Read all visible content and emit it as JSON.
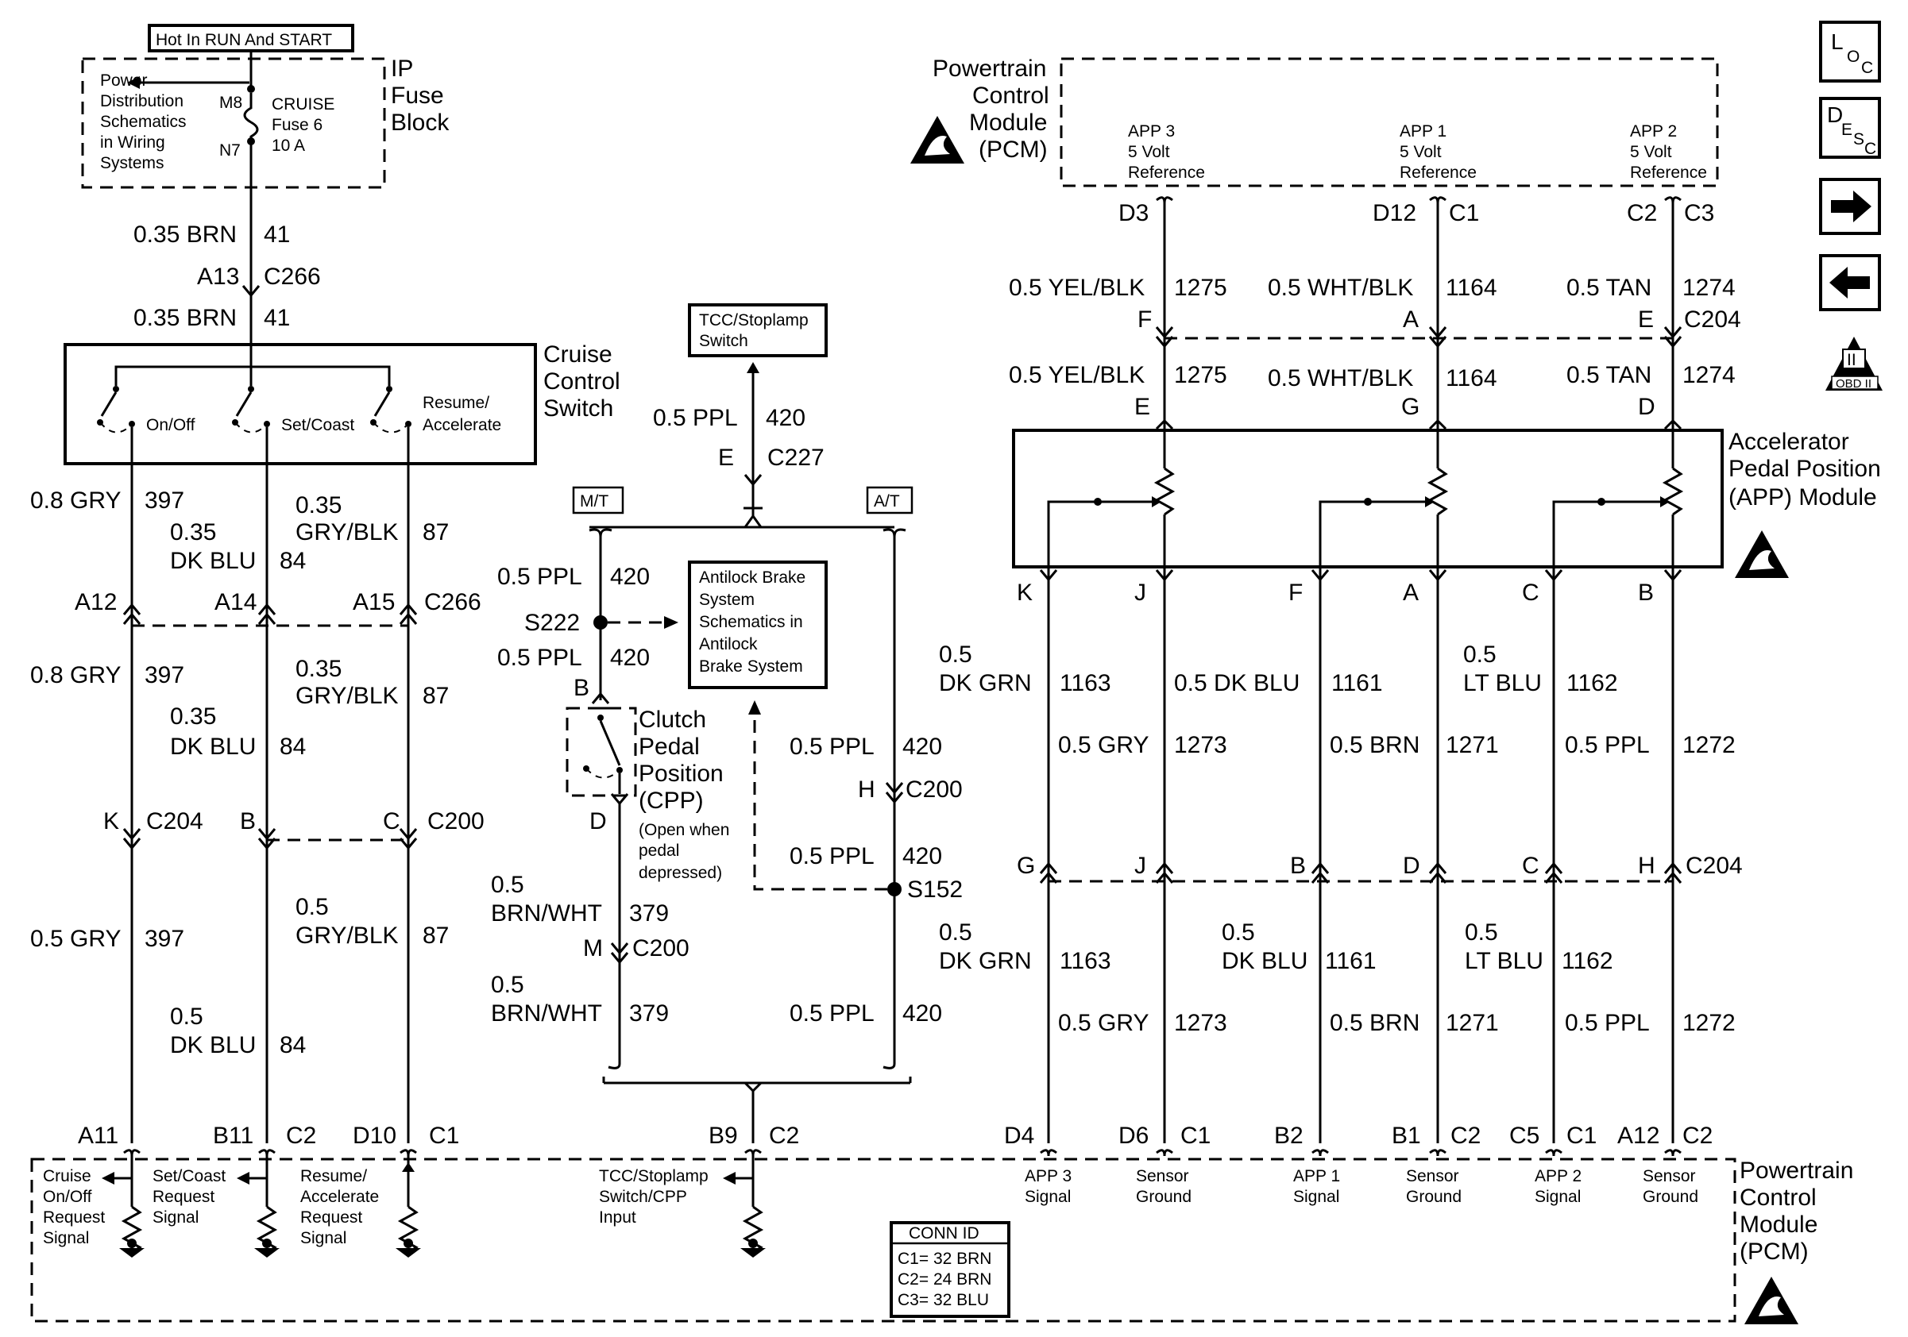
{
  "nav_icons": {
    "loc_main": "L",
    "loc_sub": "O",
    "loc_sub2": "C",
    "desc_main": "D",
    "desc_sub": "E",
    "desc_sub2": "S",
    "desc_sub3": "C",
    "obd_num": "II",
    "obd_label": "OBD II"
  },
  "fuse": {
    "header": "Hot In RUN And START",
    "block_label": [
      "IP",
      "Fuse",
      "Block"
    ],
    "power_ref": [
      "Power",
      "Distribution",
      "Schematics",
      "in Wiring",
      "Systems"
    ],
    "pin_top": "M8",
    "pin_bottom": "N7",
    "fuse_label": [
      "CRUISE",
      "Fuse 6",
      "10 A"
    ]
  },
  "left": {
    "w1_color": "0.35 BRN",
    "w1_circuit": "41",
    "conn1_pin": "A13",
    "conn1": "C266",
    "w2_color": "0.35 BRN",
    "w2_circuit": "41",
    "switch_title": [
      "Cruise",
      "Control",
      "Switch"
    ],
    "sw_onoff": "On/Off",
    "sw_setcoast": "Set/Coast",
    "sw_resume": [
      "Resume/",
      "Accelerate"
    ],
    "w3a_color": "0.8 GRY",
    "w3a_circuit": "397",
    "w3b_color": [
      "0.35",
      "DK BLU"
    ],
    "w3b_circuit": "84",
    "w3c_color": [
      "0.35",
      "GRY/BLK"
    ],
    "w3c_circuit": "87",
    "c266_pin_a": "A12",
    "c266_pin_b": "A14",
    "c266_pin_c": "A15",
    "c266": "C266",
    "w4a_color": "0.8 GRY",
    "w4a_circuit": "397",
    "w4b_color": [
      "0.35",
      "DK BLU"
    ],
    "w4b_circuit": "84",
    "w4c_color": [
      "0.35",
      "GRY/BLK"
    ],
    "w4c_circuit": "87",
    "c204_pin": "K",
    "c204": "C204",
    "c200_pin_b": "B",
    "c200_pin_c": "C",
    "c200": "C200",
    "w5a_color": "0.5 GRY",
    "w5a_circuit": "397",
    "w5c_color": [
      "0.5",
      "GRY/BLK"
    ],
    "w5c_circuit": "87",
    "w5b_color": [
      "0.5",
      "DK BLU"
    ],
    "w5b_circuit": "84"
  },
  "center": {
    "tcc_box": [
      "TCC/Stoplamp",
      "Switch"
    ],
    "w_top_color": "0.5 PPL",
    "w_top_circuit": "420",
    "c227_pin": "E",
    "c227": "C227",
    "mt": "M/T",
    "at": "A/T",
    "w_mt1_color": "0.5 PPL",
    "w_mt1_circuit": "420",
    "s222": "S222",
    "w_mt2_color": "0.5 PPL",
    "w_mt2_circuit": "420",
    "abs_box": [
      "Antilock Brake",
      "System",
      "Schematics in",
      "Antilock",
      "Brake System"
    ],
    "cpp_pin_b": "B",
    "cpp_pin_d": "D",
    "cpp_label": [
      "Clutch",
      "Pedal",
      "Position",
      "(CPP)"
    ],
    "cpp_note": [
      "(Open when",
      "pedal",
      "depressed)"
    ],
    "w_at1_color": "0.5 PPL",
    "w_at1_circuit": "420",
    "c200_pin_h": "H",
    "c200": "C200",
    "w_at2_color": "0.5 PPL",
    "w_at2_circuit": "420",
    "s152": "S152",
    "w_bw1_color": [
      "0.5",
      "BRN/WHT"
    ],
    "w_bw1_circuit": "379",
    "c200_pin_m": "M",
    "c200b": "C200",
    "w_bw2_color": [
      "0.5",
      "BRN/WHT"
    ],
    "w_bw2_circuit": "379",
    "w_at3_color": "0.5 PPL",
    "w_at3_circuit": "420"
  },
  "right": {
    "pcm_top": [
      "Powertrain",
      "Control",
      "Module",
      "(PCM)"
    ],
    "app3_ref": [
      "APP 3",
      "5 Volt",
      "Reference"
    ],
    "app1_ref": [
      "APP 1",
      "5 Volt",
      "Reference"
    ],
    "app2_ref": [
      "APP 2",
      "5 Volt",
      "Reference"
    ],
    "pin_d3": "D3",
    "pin_d12": "D12",
    "conn_c1": "C1",
    "pin_c2": "C2",
    "conn_c3": "C3",
    "w_yb_color": "0.5 YEL/BLK",
    "w_yb_circuit": "1275",
    "w_wb_color": "0.5 WHT/BLK",
    "w_wb_circuit": "1164",
    "w_tan_color": "0.5 TAN",
    "w_tan_circuit": "1274",
    "c204_f": "F",
    "c204_a": "A",
    "c204_e": "E",
    "c204": "C204",
    "w_yb2_color": "0.5 YEL/BLK",
    "w_yb2_circuit": "1275",
    "w_wb2_color": "0.5 WHT/BLK",
    "w_wb2_circuit": "1164",
    "w_tan2_color": "0.5 TAN",
    "w_tan2_circuit": "1274",
    "app_e": "E",
    "app_g": "G",
    "app_d": "D",
    "app_title": [
      "Accelerator",
      "Pedal Position",
      "(APP) Module"
    ],
    "app_k": "K",
    "app_j": "J",
    "app_f": "F",
    "app_a": "A",
    "app_c": "C",
    "app_b": "B",
    "w_dg_color": [
      "0.5",
      "DK GRN"
    ],
    "w_dg_circuit": "1163",
    "w_db_color": "0.5 DK BLU",
    "w_db_circuit": "1161",
    "w_lb_color": [
      "0.5",
      "LT BLU"
    ],
    "w_lb_circuit": "1162",
    "w_gry_color": "0.5 GRY",
    "w_gry_circuit": "1273",
    "w_brn_color": "0.5 BRN",
    "w_brn_circuit": "1271",
    "w_ppl_color": "0.5 PPL",
    "w_ppl_circuit": "1272",
    "c204b_g": "G",
    "c204b_j": "J",
    "c204b_b": "B",
    "c204b_d": "D",
    "c204b_c": "C",
    "c204b_h": "H",
    "c204b": "C204",
    "w_dg2_color": [
      "0.5",
      "DK GRN"
    ],
    "w_dg2_circuit": "1163",
    "w_db2_color": [
      "0.5",
      "DK BLU"
    ],
    "w_db2_circuit": "1161",
    "w_lb2_color": [
      "0.5",
      "LT BLU"
    ],
    "w_lb2_circuit": "1162",
    "w_gry2_color": "0.5 GRY",
    "w_gry2_circuit": "1273",
    "w_brn2_color": "0.5 BRN",
    "w_brn2_circuit": "1271",
    "w_ppl2_color": "0.5 PPL",
    "w_ppl2_circuit": "1272"
  },
  "pcm_bottom": {
    "title": [
      "Powertrain",
      "Control",
      "Module",
      "(PCM)"
    ],
    "pins": [
      {
        "pin": "A11",
        "conn": ""
      },
      {
        "pin": "B11",
        "conn": "C2"
      },
      {
        "pin": "D10",
        "conn": "C1"
      },
      {
        "pin": "B9",
        "conn": "C2"
      },
      {
        "pin": "D4",
        "conn": ""
      },
      {
        "pin": "D6",
        "conn": "C1"
      },
      {
        "pin": "B2",
        "conn": ""
      },
      {
        "pin": "B1",
        "conn": "C2"
      },
      {
        "pin": "C5",
        "conn": "C1"
      },
      {
        "pin": "A12",
        "conn": "C2"
      }
    ],
    "sig_cruise": [
      "Cruise",
      "On/Off",
      "Request",
      "Signal"
    ],
    "sig_setcoast": [
      "Set/Coast",
      "Request",
      "Signal"
    ],
    "sig_resume": [
      "Resume/",
      "Accelerate",
      "Request",
      "Signal"
    ],
    "sig_tcc": [
      "TCC/Stoplamp",
      "Switch/CPP",
      "Input"
    ],
    "sig_app3": [
      "APP 3",
      "Signal"
    ],
    "sig_gnd1": [
      "Sensor",
      "Ground"
    ],
    "sig_app1": [
      "APP 1",
      "Signal"
    ],
    "sig_gnd2": [
      "Sensor",
      "Ground"
    ],
    "sig_app2": [
      "APP 2",
      "Signal"
    ],
    "sig_gnd3": [
      "Sensor",
      "Ground"
    ],
    "conn_id_title": "CONN ID",
    "conn_id_rows": [
      "C1= 32 BRN",
      "C2= 24 BRN",
      "C3= 32 BLU"
    ]
  }
}
